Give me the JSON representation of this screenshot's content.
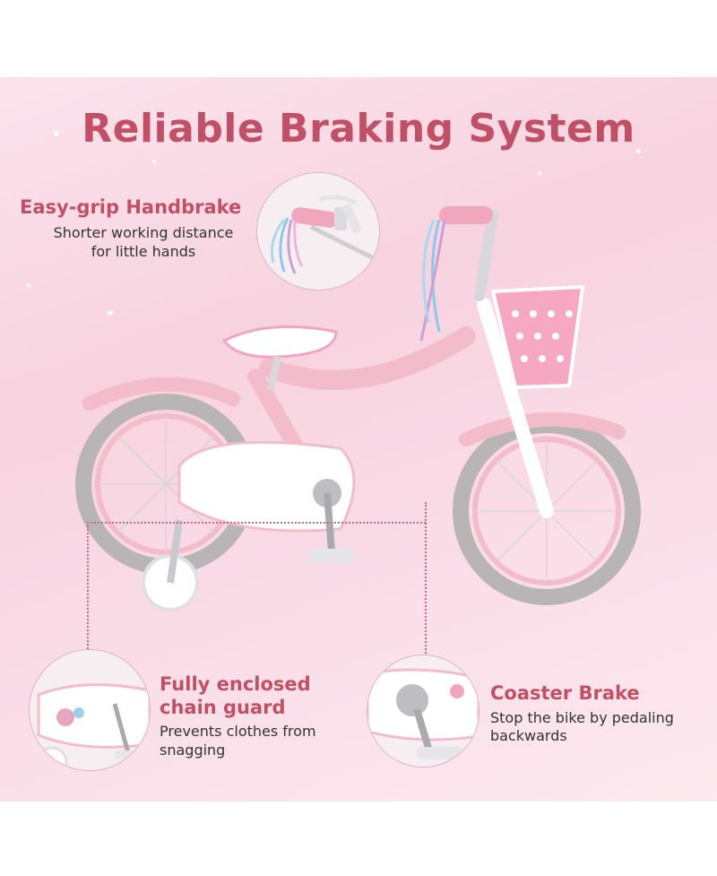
{
  "title": "Reliable Braking System",
  "features": {
    "handbrake": {
      "title": "Easy-grip Handbrake",
      "desc_line1": "Shorter working distance",
      "desc_line2": "for little hands"
    },
    "chain_guard": {
      "title_line1": "Fully enclosed",
      "title_line2": "chain guard",
      "desc_line1": "Prevents clothes from",
      "desc_line2": "snagging"
    },
    "coaster": {
      "title": "Coaster Brake",
      "desc_line1": "Stop the bike by pedaling",
      "desc_line2": "backwards"
    }
  },
  "colors": {
    "accent": "#c14f66",
    "bike_pink": "#f3bccb",
    "tire_gray": "#b9b4b6",
    "background": "#f8d7e2"
  }
}
